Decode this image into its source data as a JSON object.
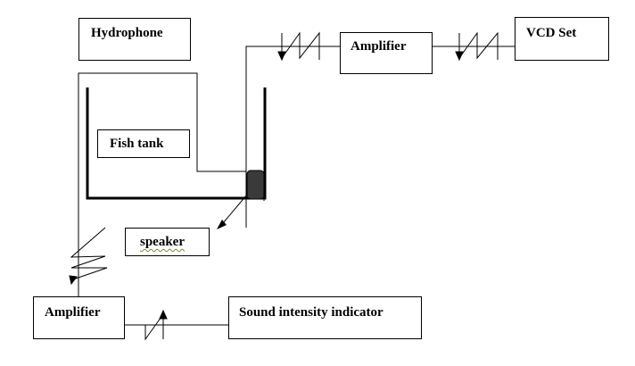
{
  "labels": {
    "hydrophone": "Hydrophone",
    "amplifier_top": "Amplifier",
    "vcd_set": "VCD Set",
    "fish_tank": "Fish tank",
    "speaker": "speaker",
    "amplifier_bottom": "Amplifier",
    "sound_intensity_indicator": "Sound intensity indicator"
  }
}
